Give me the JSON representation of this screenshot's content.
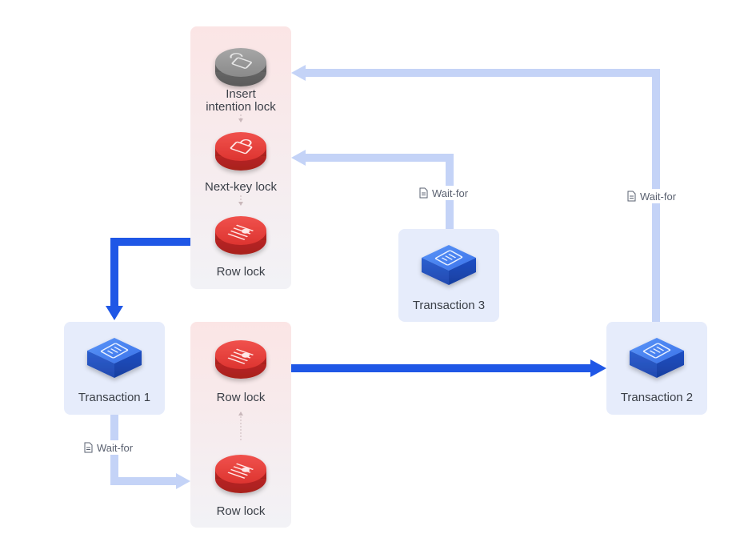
{
  "colors": {
    "lock_panel_top": "#fbe6e6",
    "lock_panel_bottom": "#f3f2f6",
    "txn_panel": "#e6ecfb",
    "wait_arrow": "#c4d3f7",
    "hold_arrow": "#1f57e6",
    "lock_red": "#e8403c",
    "lock_gray": "#8d8d8d",
    "txn_blue": "#3d7df0"
  },
  "locks": {
    "insert_intention": "Insert\nintention lock",
    "next_key": "Next-key lock",
    "row_top": "Row lock",
    "row_mid": "Row lock",
    "row_bottom": "Row lock"
  },
  "transactions": {
    "t1": "Transaction 1",
    "t2": "Transaction 2",
    "t3": "Transaction 3"
  },
  "wait_labels": {
    "t3": "Wait-for",
    "t2": "Wait-for",
    "t1": "Wait-for"
  },
  "icons": {
    "lock_open": "unlocked-padlock-icon",
    "lock_closed": "padlock-icon",
    "row": "row-lock-icon",
    "txn": "transaction-document-icon",
    "wait": "document-icon"
  }
}
